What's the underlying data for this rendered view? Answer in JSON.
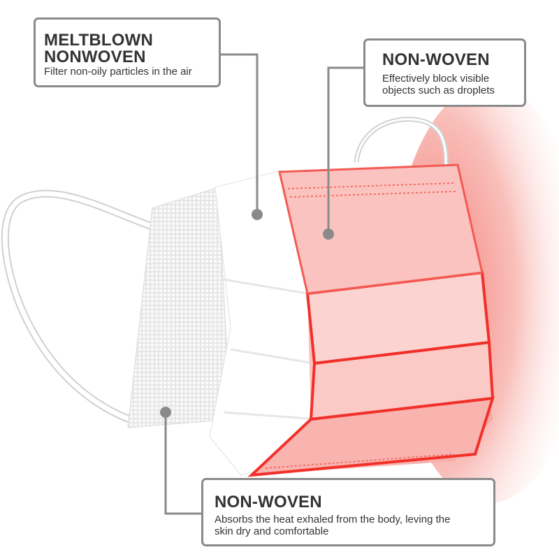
{
  "callouts": {
    "meltblown": {
      "title_line1": "MELTBLOWN",
      "title_line2": "NONWOVEN",
      "description": "Filter non-oily particles in the air"
    },
    "outer": {
      "title": "NON-WOVEN",
      "description_line1": "Effectively block visible",
      "description_line2": "objects such as droplets"
    },
    "inner": {
      "title": "NON-WOVEN",
      "description_line1": "Absorbs the heat exhaled from the body, leving the",
      "description_line2": "skin dry and comfortable"
    }
  },
  "colors": {
    "mask_pink": "#f9b4b0",
    "pleat_red": "#f2302a",
    "connector": "#8a8a8a",
    "text": "#333333"
  }
}
